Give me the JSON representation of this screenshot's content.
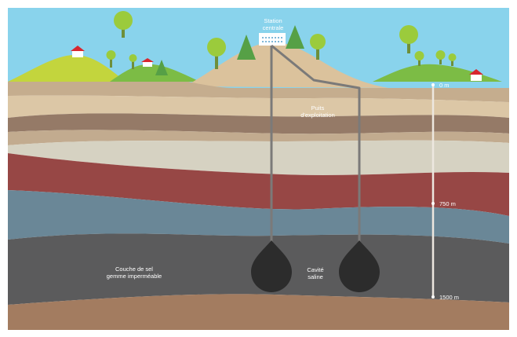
{
  "labels": {
    "station": "Station\ncentrale",
    "wells": "Puits\nd'exploitation",
    "salt_layer": "Couche de sel\ngemme imperméable",
    "cavity": "Cavité\nsaline"
  },
  "depth_scale": {
    "ticks": [
      "0 m",
      "750 m",
      "1500 m"
    ]
  },
  "colors": {
    "sky": "#89d3ec",
    "ground_top": "#c5ad8e",
    "clay": "#957a67",
    "sand_layer": "#d6d2c2",
    "red_layer": "#974745",
    "blue_layer": "#6a8797",
    "salt_layer": "#5b5b5c",
    "bottom_layer": "#a37c60",
    "pipe": "#7b7a79",
    "hill_green": "#c3d53d",
    "hill_dark_green": "#7cbc45",
    "tree": "#9bcb3c",
    "house_roof": "#d8272f"
  }
}
